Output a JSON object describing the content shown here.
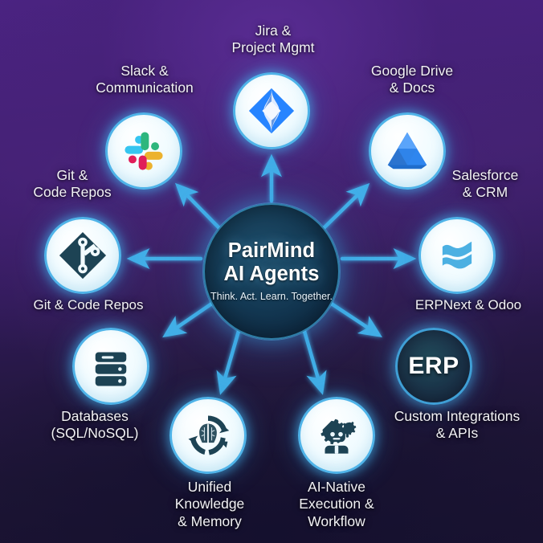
{
  "hub": {
    "title_line1": "PairMind",
    "title_line2": "AI Agents",
    "tagline": "Think. Act. Learn.\nTogether.",
    "ring_color": "#2f7fa8",
    "glow_color": "#3caaeb"
  },
  "theme": {
    "background_top": "#4b2383",
    "background_bottom": "#191230",
    "node_ring": "#4fb3e8",
    "arrow_color": "#3fb6f0",
    "label_color": "#f2f2f5"
  },
  "nodes": [
    {
      "id": "jira",
      "icon": "jira-icon",
      "label": "Jira &\nProject Mgmt",
      "label_position": "above"
    },
    {
      "id": "slack",
      "icon": "slack-icon",
      "label": "Slack &\nCommunication",
      "label_position": "above"
    },
    {
      "id": "google-drive",
      "icon": "google-drive-icon",
      "label": "Google Drive\n& Docs",
      "label_position": "above"
    },
    {
      "id": "git",
      "icon": "git-icon",
      "label": "Git &\nCode Repos",
      "label_position": "above-left"
    },
    {
      "id": "git-secondary",
      "icon": "git-icon",
      "label": "Git & Code Repos",
      "label_position": "below"
    },
    {
      "id": "salesforce",
      "icon": "salesforce-wave-icon",
      "label": "Salesforce\n& CRM",
      "label_position": "above-right"
    },
    {
      "id": "erpnext",
      "icon": "salesforce-wave-icon",
      "label": "ERPNext & Odoo",
      "label_position": "below"
    },
    {
      "id": "databases",
      "icon": "database-icon",
      "label": "Databases\n(SQL/NoSQL)",
      "label_position": "below"
    },
    {
      "id": "custom-integrations",
      "icon": "erp-text-icon",
      "icon_text": "ERP",
      "label": "Custom Integrations\n& APIs",
      "label_position": "below"
    },
    {
      "id": "unified-knowledge",
      "icon": "brain-cycle-icon",
      "label": "Unified\nKnowledge\n& Memory",
      "label_position": "below"
    },
    {
      "id": "ai-native",
      "icon": "robot-gears-icon",
      "label": "AI-Native\nExecution &\nWorkflow",
      "label_position": "below"
    }
  ]
}
